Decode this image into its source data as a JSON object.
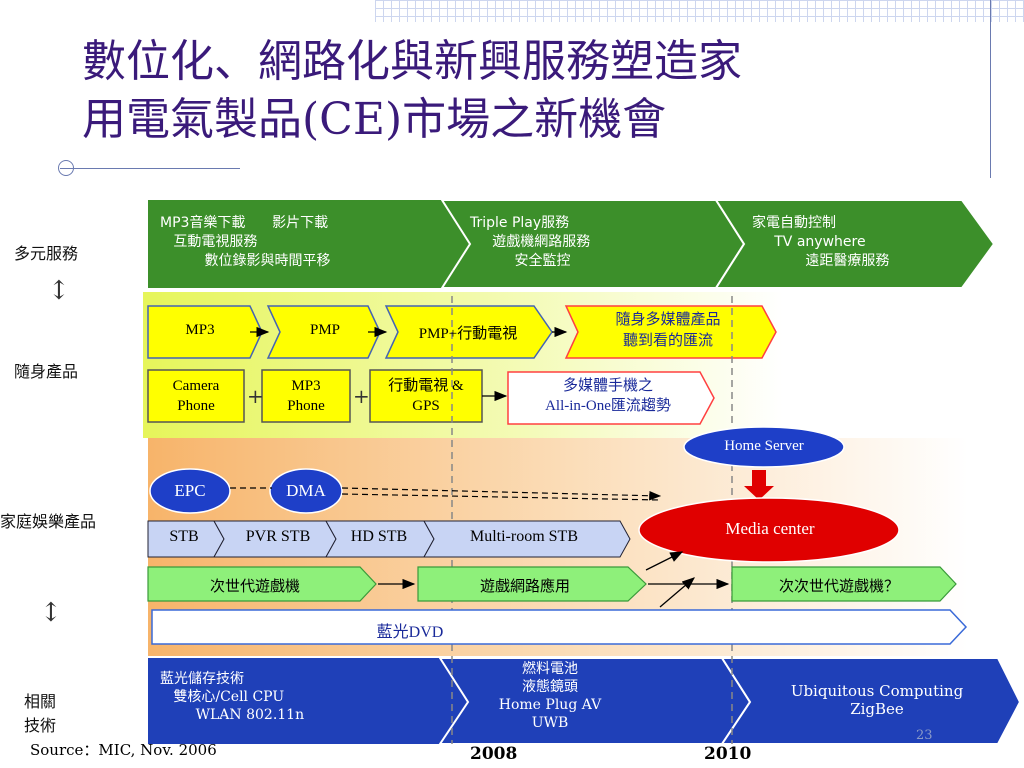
{
  "title": {
    "line1": "數位化、網路化與新興服務塑造家",
    "line2": "用電氣製品(CE)市場之新機會"
  },
  "row_labels": {
    "services": "多元服務",
    "portable": "隨身產品",
    "home": "家庭娛樂產品",
    "tech1": "相關",
    "tech2": "技術"
  },
  "services_band": [
    {
      "text": "MP3音樂下載      影片下載\n   互動電視服務\n          數位錄影與時間平移"
    },
    {
      "text": "Triple Play服務\n     遊戲機網路服務\n          安全監控"
    },
    {
      "text": "家電自動控制\n     TV anywhere\n            遠距醫療服務"
    }
  ],
  "portable_row1": {
    "mp3": "MP3",
    "pmp": "PMP",
    "pmp_tv": "PMP+行動電視",
    "trend": "隨身多媒體產品\n聽到看的匯流"
  },
  "portable_row2": {
    "camera_phone": "Camera\nPhone",
    "mp3_phone": "MP3\nPhone",
    "mobile_tv_gps": "行動電視 &\nGPS",
    "plus1": "+",
    "plus2": "+",
    "allinone": "多媒體手機之\nAll-in-One匯流趨勢"
  },
  "home": {
    "home_server": "Home Server",
    "epc": "EPC",
    "dma": "DMA",
    "media_center": "Media center",
    "stb": "STB",
    "pvr_stb": "PVR STB",
    "hd_stb": "HD STB",
    "multiroom_stb": "Multi-room STB",
    "next_gen_console": "次世代遊戲機",
    "online_gaming": "遊戲網路應用",
    "next_next_console": "次次世代遊戲機？",
    "bluray": "藍光DVD"
  },
  "tech_band": [
    {
      "text": "藍光儲存技術\n   雙核心/Cell CPU\n        WLAN 802.11n"
    },
    {
      "text": "燃料電池\n液態鏡頭\nHome Plug AV\nUWB"
    },
    {
      "text": "Ubiquitous Computing\nZigBee"
    }
  ],
  "timeline": {
    "year1": "2008",
    "year2": "2010"
  },
  "source": "Source：MIC, Nov. 2006",
  "page_number": "23",
  "colors": {
    "title": "#3a1a7a",
    "service_green": "#3c8f2a",
    "tech_blue": "#1f40b8",
    "product_yellow": "#ffff00",
    "light_green": "#8ef07a",
    "stb_blue": "#c8d4f4",
    "media_red": "#e00000",
    "oval_blue": "#1e3fc8"
  }
}
